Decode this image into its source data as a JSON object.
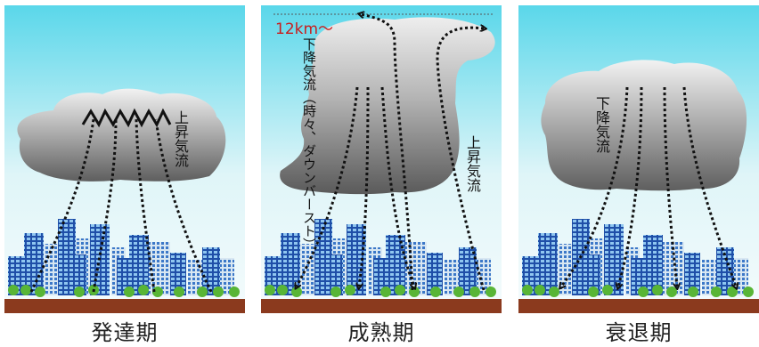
{
  "panels": [
    {
      "caption": "発達期",
      "label": "上昇気流"
    },
    {
      "caption": "成熟期",
      "label_down": "下降気流（時々、ダウンバースト）",
      "label_up": "上昇気流",
      "altitude": "12km〜"
    },
    {
      "caption": "衰退期",
      "label": "下降気流"
    }
  ],
  "colors": {
    "sky_top": "#5ad7ea",
    "sky_bottom": "#f2fbfc",
    "cloud": "#8a8a8a",
    "ground": "#8b3a1e",
    "label_red": "#c81e1e"
  }
}
